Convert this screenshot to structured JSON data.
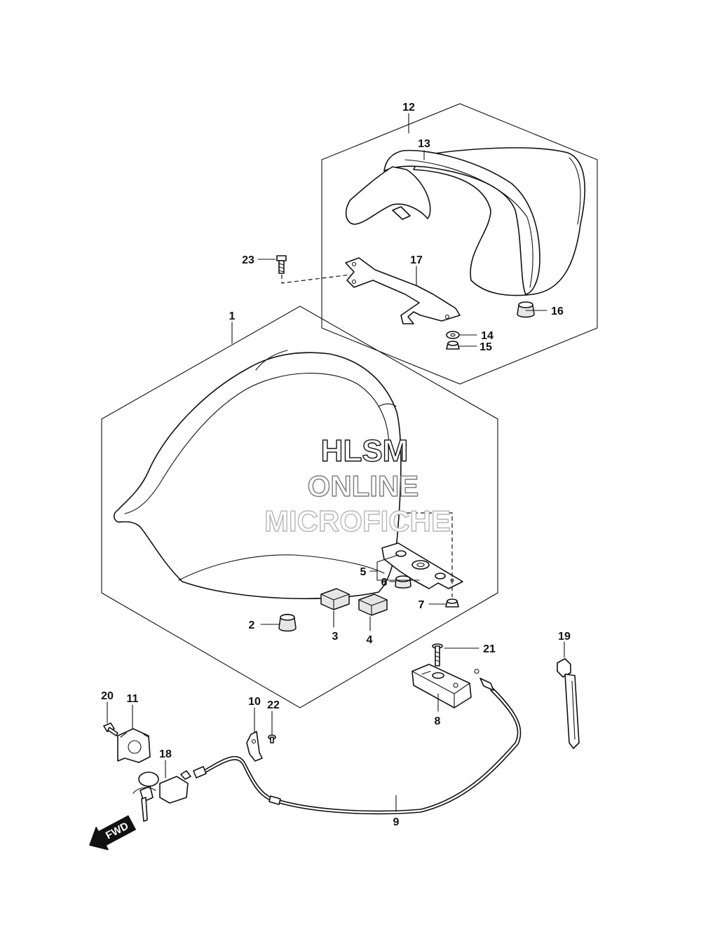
{
  "watermark": {
    "line1": "HLSM",
    "line2": "ONLINE",
    "line3": "MICROFICHE"
  },
  "direction_arrow": "FWD",
  "callouts": [
    {
      "id": "c1",
      "label": "1"
    },
    {
      "id": "c2",
      "label": "2"
    },
    {
      "id": "c3",
      "label": "3"
    },
    {
      "id": "c4",
      "label": "4"
    },
    {
      "id": "c5",
      "label": "5"
    },
    {
      "id": "c6",
      "label": "6"
    },
    {
      "id": "c7",
      "label": "7"
    },
    {
      "id": "c8",
      "label": "8"
    },
    {
      "id": "c9",
      "label": "9"
    },
    {
      "id": "c10",
      "label": "10"
    },
    {
      "id": "c11",
      "label": "11"
    },
    {
      "id": "c12",
      "label": "12"
    },
    {
      "id": "c13",
      "label": "13"
    },
    {
      "id": "c14",
      "label": "14"
    },
    {
      "id": "c15",
      "label": "15"
    },
    {
      "id": "c16",
      "label": "16"
    },
    {
      "id": "c17",
      "label": "17"
    },
    {
      "id": "c18",
      "label": "18"
    },
    {
      "id": "c19",
      "label": "19"
    },
    {
      "id": "c20",
      "label": "20"
    },
    {
      "id": "c21",
      "label": "21"
    },
    {
      "id": "c22",
      "label": "22"
    },
    {
      "id": "c23",
      "label": "23"
    }
  ]
}
